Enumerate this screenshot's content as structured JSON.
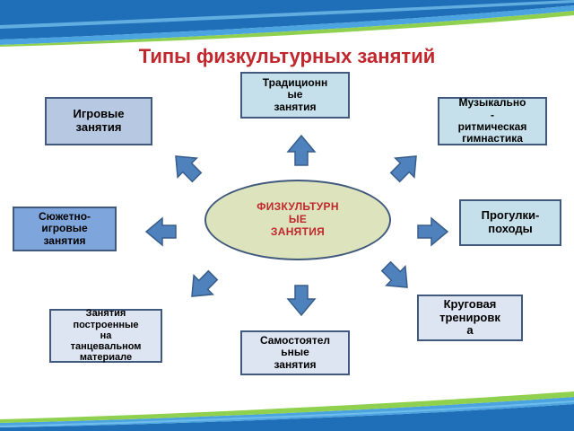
{
  "title": "Типы физкультурных занятий",
  "center": "ФИЗКУЛЬТУРН\nЫЕ\nЗАНЯТИЯ",
  "nodes": {
    "traditional": "Традиционн\nые\nзанятия",
    "game": "Игровые\nзанятия",
    "musical": "Музыкально\n-\nритмическая\nгимнастика",
    "story": "Сюжетно-\nигровые\nзанятия",
    "walks": "Прогулки-\nпоходы",
    "dance": "Занятия\nпостроенные\nна\nтанцевальном\nматериале",
    "circuit": "Круговая\nтренировк\nа",
    "independent": "Самостоятел\nьные\nзанятия"
  },
  "colors": {
    "title": "#c0272d",
    "light_box": "#c5e0ea",
    "mid_box": "#b7c9e2",
    "blue_box": "#7ea6dc",
    "pale_box": "#dde4f2",
    "center_fill": "#dde4bd",
    "arrow": "#4f81bd",
    "arrow_border": "#385d8a"
  }
}
